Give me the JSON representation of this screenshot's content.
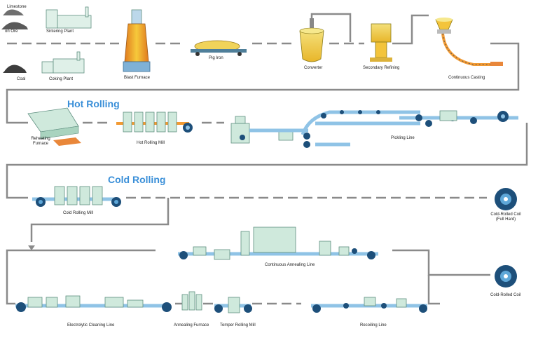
{
  "sections": {
    "hot_rolling": "Hot Rolling",
    "cold_rolling": "Cold Rolling"
  },
  "labels": {
    "limestone": "Limestone",
    "iron_ore": "on Ore",
    "sintering_plant": "Sintering Plant",
    "coal": "Coal",
    "coking_plant": "Coking Plant",
    "blast_furnace": "Blast Furnace",
    "pig_iron": "Pig Iron",
    "converter": "Converter",
    "secondary_refining": "Secondary Refining",
    "continuous_casting": "Continuous Casting",
    "reheating_furnace_1": "Reheating",
    "reheating_furnace_2": "Furnace",
    "hot_rolling_mill": "Hot Rolling Mill",
    "pickling_line": "Pickling Line",
    "cold_rolling_mill": "Cold Rolling Mill",
    "cold_rolled_coil_full_hard_1": "Cold-Rolled Coil",
    "cold_rolled_coil_full_hard_2": "(Full Hard)",
    "continuous_annealing_line": "Continuous Annealing Line",
    "cold_rolled_coil": "Cold-Rolled Coil",
    "electrolytic_cleaning_line": "Electrolytic Cleaning Line",
    "annealing_furnace": "Annealing Furnace",
    "temper_rolling_mill": "Temper Rolling Mill",
    "recoiling_line": "Recoiling Line"
  },
  "colors": {
    "flow_line": "#8a8a8a",
    "equipment_fill": "#cfe9dc",
    "equipment_stroke": "#5f8f80",
    "strip_blue": "#8fc3e6",
    "coil_dark": "#1d4f7a",
    "coil_light": "#5ea7d8",
    "section_title": "#3a8fd8",
    "hot_orange": "#f29a33",
    "slab_orange": "#e9873a",
    "furnace_yellow": "#f3c43b"
  }
}
